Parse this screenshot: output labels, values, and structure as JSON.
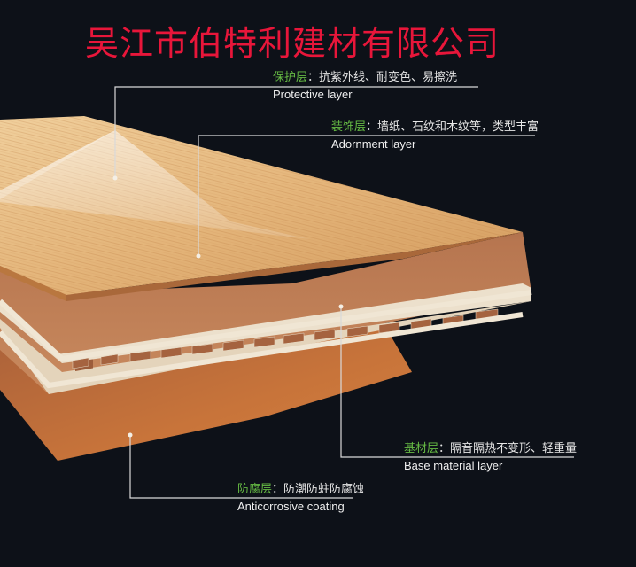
{
  "title": "吴江市伯特利建材有限公司",
  "colors": {
    "background": "#0d1118",
    "title": "#e8163a",
    "label_key": "#66bb44",
    "label_text": "#e6e6e6",
    "leader_line": "#d9d9d9",
    "wood_light": "#e9bf86",
    "wood_dark": "#c98a4e",
    "core": "#b9714a",
    "profile": "#e9dcc7",
    "coating": "#c56e32"
  },
  "callouts": [
    {
      "id": "protective",
      "key": "保护层",
      "separator": "：",
      "desc": "抗紫外线、耐变色、易擦洗",
      "english": "Protective layer"
    },
    {
      "id": "adornment",
      "key": "装饰层",
      "separator": "：",
      "desc": "墙纸、石纹和木纹等，类型丰富",
      "english": "Adornment layer"
    },
    {
      "id": "base",
      "key": "基材层",
      "separator": "：",
      "desc": "隔音隔热不变形、轻重量",
      "english": "Base material layer"
    },
    {
      "id": "anticorrosive",
      "key": "防腐层",
      "separator": "：",
      "desc": "防潮防蛀防腐蚀",
      "english": "Anticorrosive coating"
    }
  ]
}
